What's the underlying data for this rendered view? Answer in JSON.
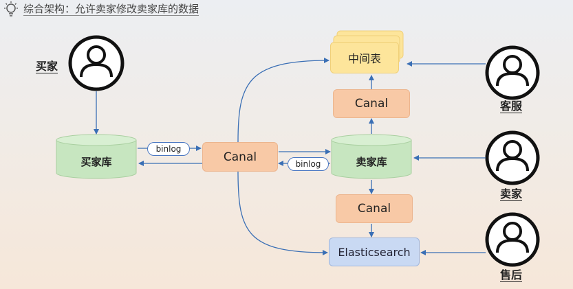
{
  "header": {
    "title": "综合架构：允许卖家修改卖家库的数据",
    "icon": "lightbulb-icon"
  },
  "actors": {
    "buyer": "买家",
    "customer_service": "客服",
    "seller": "卖家",
    "after_sales": "售后"
  },
  "databases": {
    "buyer_db": "买家库",
    "seller_db": "卖家库"
  },
  "nodes": {
    "canal_main": "Canal",
    "canal_top": "Canal",
    "canal_bottom": "Canal",
    "intermediate_table": "中间表",
    "elasticsearch": "Elasticsearch"
  },
  "edge_labels": {
    "binlog_buyer": "binlog",
    "binlog_seller": "binlog"
  },
  "colors": {
    "arrow": "#3a6fb5",
    "db_fill": "#c7e6c0",
    "canal_fill": "#f8c9a6",
    "es_fill": "#c9d9f3",
    "mid_fill": "#fde59b"
  }
}
